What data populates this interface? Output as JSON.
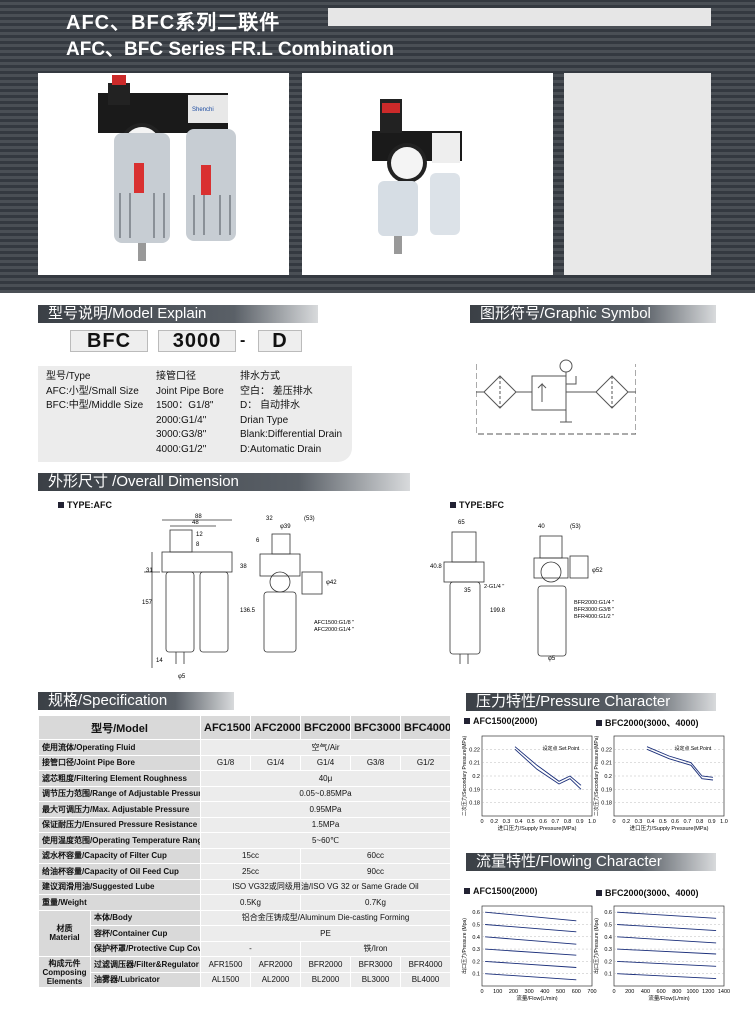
{
  "header": {
    "title_cn": "AFC、BFC系列二联件",
    "title_en": "AFC、BFC Series FR.L Combination",
    "brand": "Shenchi"
  },
  "sections": {
    "model_explain": "型号说明/Model Explain",
    "graphic_symbol": "图形符号/Graphic Symbol",
    "overall_dimension": "外形尺寸 /Overall Dimension",
    "specification": "规格/Specification",
    "pressure": "压力特性/Pressure Character",
    "flowing": "流量特性/Flowing Character"
  },
  "model": {
    "code1": "BFC",
    "code2": "3000",
    "dash": "-",
    "code3": "D"
  },
  "explain": {
    "type": [
      "型号/Type",
      "AFC:小型/Small Size",
      "BFC:中型/Middle Size"
    ],
    "bore": [
      "接管口径",
      "Joint Pipe Bore",
      "1500：G1/8\"",
      "2000:G1/4\"",
      "3000:G3/8\"",
      "4000:G1/2\""
    ],
    "drain": [
      "排水方式",
      "空白：  差压排水",
      "D：    自动排水",
      "Drian Type",
      "Blank:Differential Drain",
      "D:Automatic Drain"
    ]
  },
  "dimension": {
    "type_afc": "TYPE:AFC",
    "type_bfc": "TYPE:BFC",
    "afc": {
      "d88": "88",
      "d48": "48",
      "d12": "12",
      "d8": "8",
      "d31": "31",
      "d157": "157",
      "d14": "14",
      "d9": "φ5",
      "d38": "38",
      "d1365": "136.5",
      "d32": "32",
      "d39": "φ39",
      "d53": "(53)",
      "d6": "6",
      "d42": "φ42",
      "n1": "AFC1500:G1/8 \"",
      "n2": "AFC2000:G1/4 \""
    },
    "bfc": {
      "d65": "65",
      "d40": "40",
      "d53": "(53)",
      "d408": "40.8",
      "d1998": "199.8",
      "d52": "φ52",
      "d35": "35",
      "d9": "φ5",
      "g14": "2-G1/4 \"",
      "n1": "BFR2000:G1/4 \"",
      "n2": "BFR3000:G3/8 \"",
      "n3": "BFR4000:G1/2 \""
    }
  },
  "spec": {
    "model_header": "型号/Model",
    "models": [
      "AFC1500",
      "AFC2000",
      "BFC2000",
      "BFC3000",
      "BFC4000"
    ],
    "fluid": {
      "label": "使用流体/Operating Fluid",
      "value": "空气/Air"
    },
    "bore": {
      "label": "接管口径/Joint Pipe Bore",
      "values": [
        "G1/8",
        "G1/4",
        "G1/4",
        "G3/8",
        "G1/2"
      ]
    },
    "filter": {
      "label": "滤芯粗度/Filtering Element Roughness",
      "value": "40μ"
    },
    "range": {
      "label": "调节压力范围/Range of Adjustable Pressure",
      "value": "0.05~0.85MPa"
    },
    "maxp": {
      "label": "最大可调压力/Max. Adjustable Pressure",
      "value": "0.95MPa"
    },
    "proof": {
      "label": "保证耐压力/Ensured Pressure Resistance",
      "value": "1.5MPa"
    },
    "temp": {
      "label": "使用温度范围/Operating Temperature Range",
      "value": "5~60℃"
    },
    "cup": {
      "label": "滤水杯容量/Capacity of Filter Cup",
      "values": [
        "15cc",
        "60cc"
      ]
    },
    "oil": {
      "label": "给油杯容量/Capacity of Oil Feed Cup",
      "values": [
        "25cc",
        "90cc"
      ]
    },
    "lube": {
      "label": "建议润滑用油/Suggested Lube",
      "value": "ISO VG32或同级用油/ISO VG 32 or Same Grade Oil"
    },
    "weight": {
      "label": "重量/Weight",
      "values": [
        "0.5Kg",
        "0.7Kg"
      ]
    },
    "material": {
      "label": "材质 Material",
      "body": "本体/Body",
      "body_v": "铝合金压铸成型/Aluminum Die-casting Forming",
      "cupl": "容杯/Container Cup",
      "cup_v": "PE",
      "cover": "保护杯罩/Protective Cup Cover",
      "cover_v": [
        "-",
        "铁/Iron"
      ]
    },
    "elements": {
      "label": "构成元件 Composing Elements",
      "fr": "过滤调压器/Filter&Regulator",
      "fr_v": [
        "AFR1500",
        "AFR2000",
        "BFR2000",
        "BFR3000",
        "BFR4000"
      ],
      "lu": "油雾器/Lubricator",
      "lu_v": [
        "AL1500",
        "AL2000",
        "BL2000",
        "BL3000",
        "BL4000"
      ]
    }
  },
  "chart_data": [
    {
      "type": "line",
      "title": "AFC1500(2000)",
      "xlabel": "进口压力/Supply Pressure(MPa)",
      "ylabel": "二次压力/Secondary Pressure(MPa)",
      "annotation": "设定点 Set Point",
      "xlim": [
        0,
        1.0
      ],
      "ylim": [
        0.17,
        0.23
      ],
      "x_ticks": [
        "0",
        "0.2",
        "0.3",
        "0.4",
        "0.5",
        "0.6",
        "0.7",
        "0.8",
        "0.9",
        "1.0"
      ],
      "y_ticks": [
        "0.22",
        "0.21",
        "0.2",
        "0.19",
        "0.18"
      ],
      "series": [
        {
          "x": [
            0.3,
            0.5,
            0.7,
            0.8,
            0.9
          ],
          "y": [
            0.222,
            0.208,
            0.196,
            0.2,
            0.193
          ]
        },
        {
          "x": [
            0.3,
            0.5,
            0.7,
            0.8,
            0.9
          ],
          "y": [
            0.22,
            0.205,
            0.194,
            0.198,
            0.19
          ]
        }
      ]
    },
    {
      "type": "line",
      "title": "BFC2000(3000、4000)",
      "xlabel": "进口压力/Supply Pressure(MPa)",
      "ylabel": "二次压力/Secondary Pressure(MPa)",
      "annotation": "设定点 Set Point",
      "xlim": [
        0,
        1.0
      ],
      "ylim": [
        0.17,
        0.23
      ],
      "x_ticks": [
        "0",
        "0.2",
        "0.3",
        "0.4",
        "0.5",
        "0.6",
        "0.7",
        "0.8",
        "0.9",
        "1.0"
      ],
      "y_ticks": [
        "0.22",
        "0.21",
        "0.2",
        "0.19",
        "0.18"
      ],
      "series": [
        {
          "x": [
            0.3,
            0.5,
            0.7,
            0.8,
            0.9
          ],
          "y": [
            0.222,
            0.215,
            0.21,
            0.2,
            0.199
          ]
        },
        {
          "x": [
            0.3,
            0.5,
            0.7,
            0.8,
            0.9
          ],
          "y": [
            0.22,
            0.213,
            0.208,
            0.198,
            0.197
          ]
        }
      ]
    },
    {
      "type": "line",
      "title": "AFC1500(2000)",
      "xlabel": "流量/Flow(L/min)",
      "ylabel": "出口压力/Pressure (Mpa)",
      "xlim": [
        0,
        700
      ],
      "ylim": [
        0,
        0.65
      ],
      "x_ticks": [
        "0",
        "100",
        "200",
        "300",
        "400",
        "500",
        "600",
        "700"
      ],
      "y_ticks": [
        "0.6",
        "0.5",
        "0.4",
        "0.3",
        "0.2",
        "0.1"
      ],
      "series": [
        {
          "x": [
            20,
            600
          ],
          "y": [
            0.6,
            0.53
          ]
        },
        {
          "x": [
            20,
            600
          ],
          "y": [
            0.5,
            0.44
          ]
        },
        {
          "x": [
            20,
            600
          ],
          "y": [
            0.4,
            0.34
          ]
        },
        {
          "x": [
            20,
            600
          ],
          "y": [
            0.3,
            0.25
          ]
        },
        {
          "x": [
            20,
            600
          ],
          "y": [
            0.2,
            0.15
          ]
        },
        {
          "x": [
            20,
            600
          ],
          "y": [
            0.1,
            0.05
          ]
        }
      ]
    },
    {
      "type": "line",
      "title": "BFC2000(3000、4000)",
      "xlabel": "流量/Flow(L/min)",
      "ylabel": "出口压力/Pressure (Mpa)",
      "xlim": [
        0,
        1400
      ],
      "ylim": [
        0,
        0.65
      ],
      "x_ticks": [
        "0",
        "200",
        "400",
        "600",
        "800",
        "1000",
        "1200",
        "1400"
      ],
      "y_ticks": [
        "0.6",
        "0.5",
        "0.4",
        "0.3",
        "0.2",
        "0.1"
      ],
      "series": [
        {
          "x": [
            40,
            1300
          ],
          "y": [
            0.6,
            0.55
          ]
        },
        {
          "x": [
            40,
            1300
          ],
          "y": [
            0.5,
            0.45
          ]
        },
        {
          "x": [
            40,
            1300
          ],
          "y": [
            0.4,
            0.35
          ]
        },
        {
          "x": [
            40,
            1300
          ],
          "y": [
            0.3,
            0.26
          ]
        },
        {
          "x": [
            40,
            1300
          ],
          "y": [
            0.2,
            0.16
          ]
        },
        {
          "x": [
            40,
            1300
          ],
          "y": [
            0.1,
            0.06
          ]
        }
      ]
    }
  ]
}
